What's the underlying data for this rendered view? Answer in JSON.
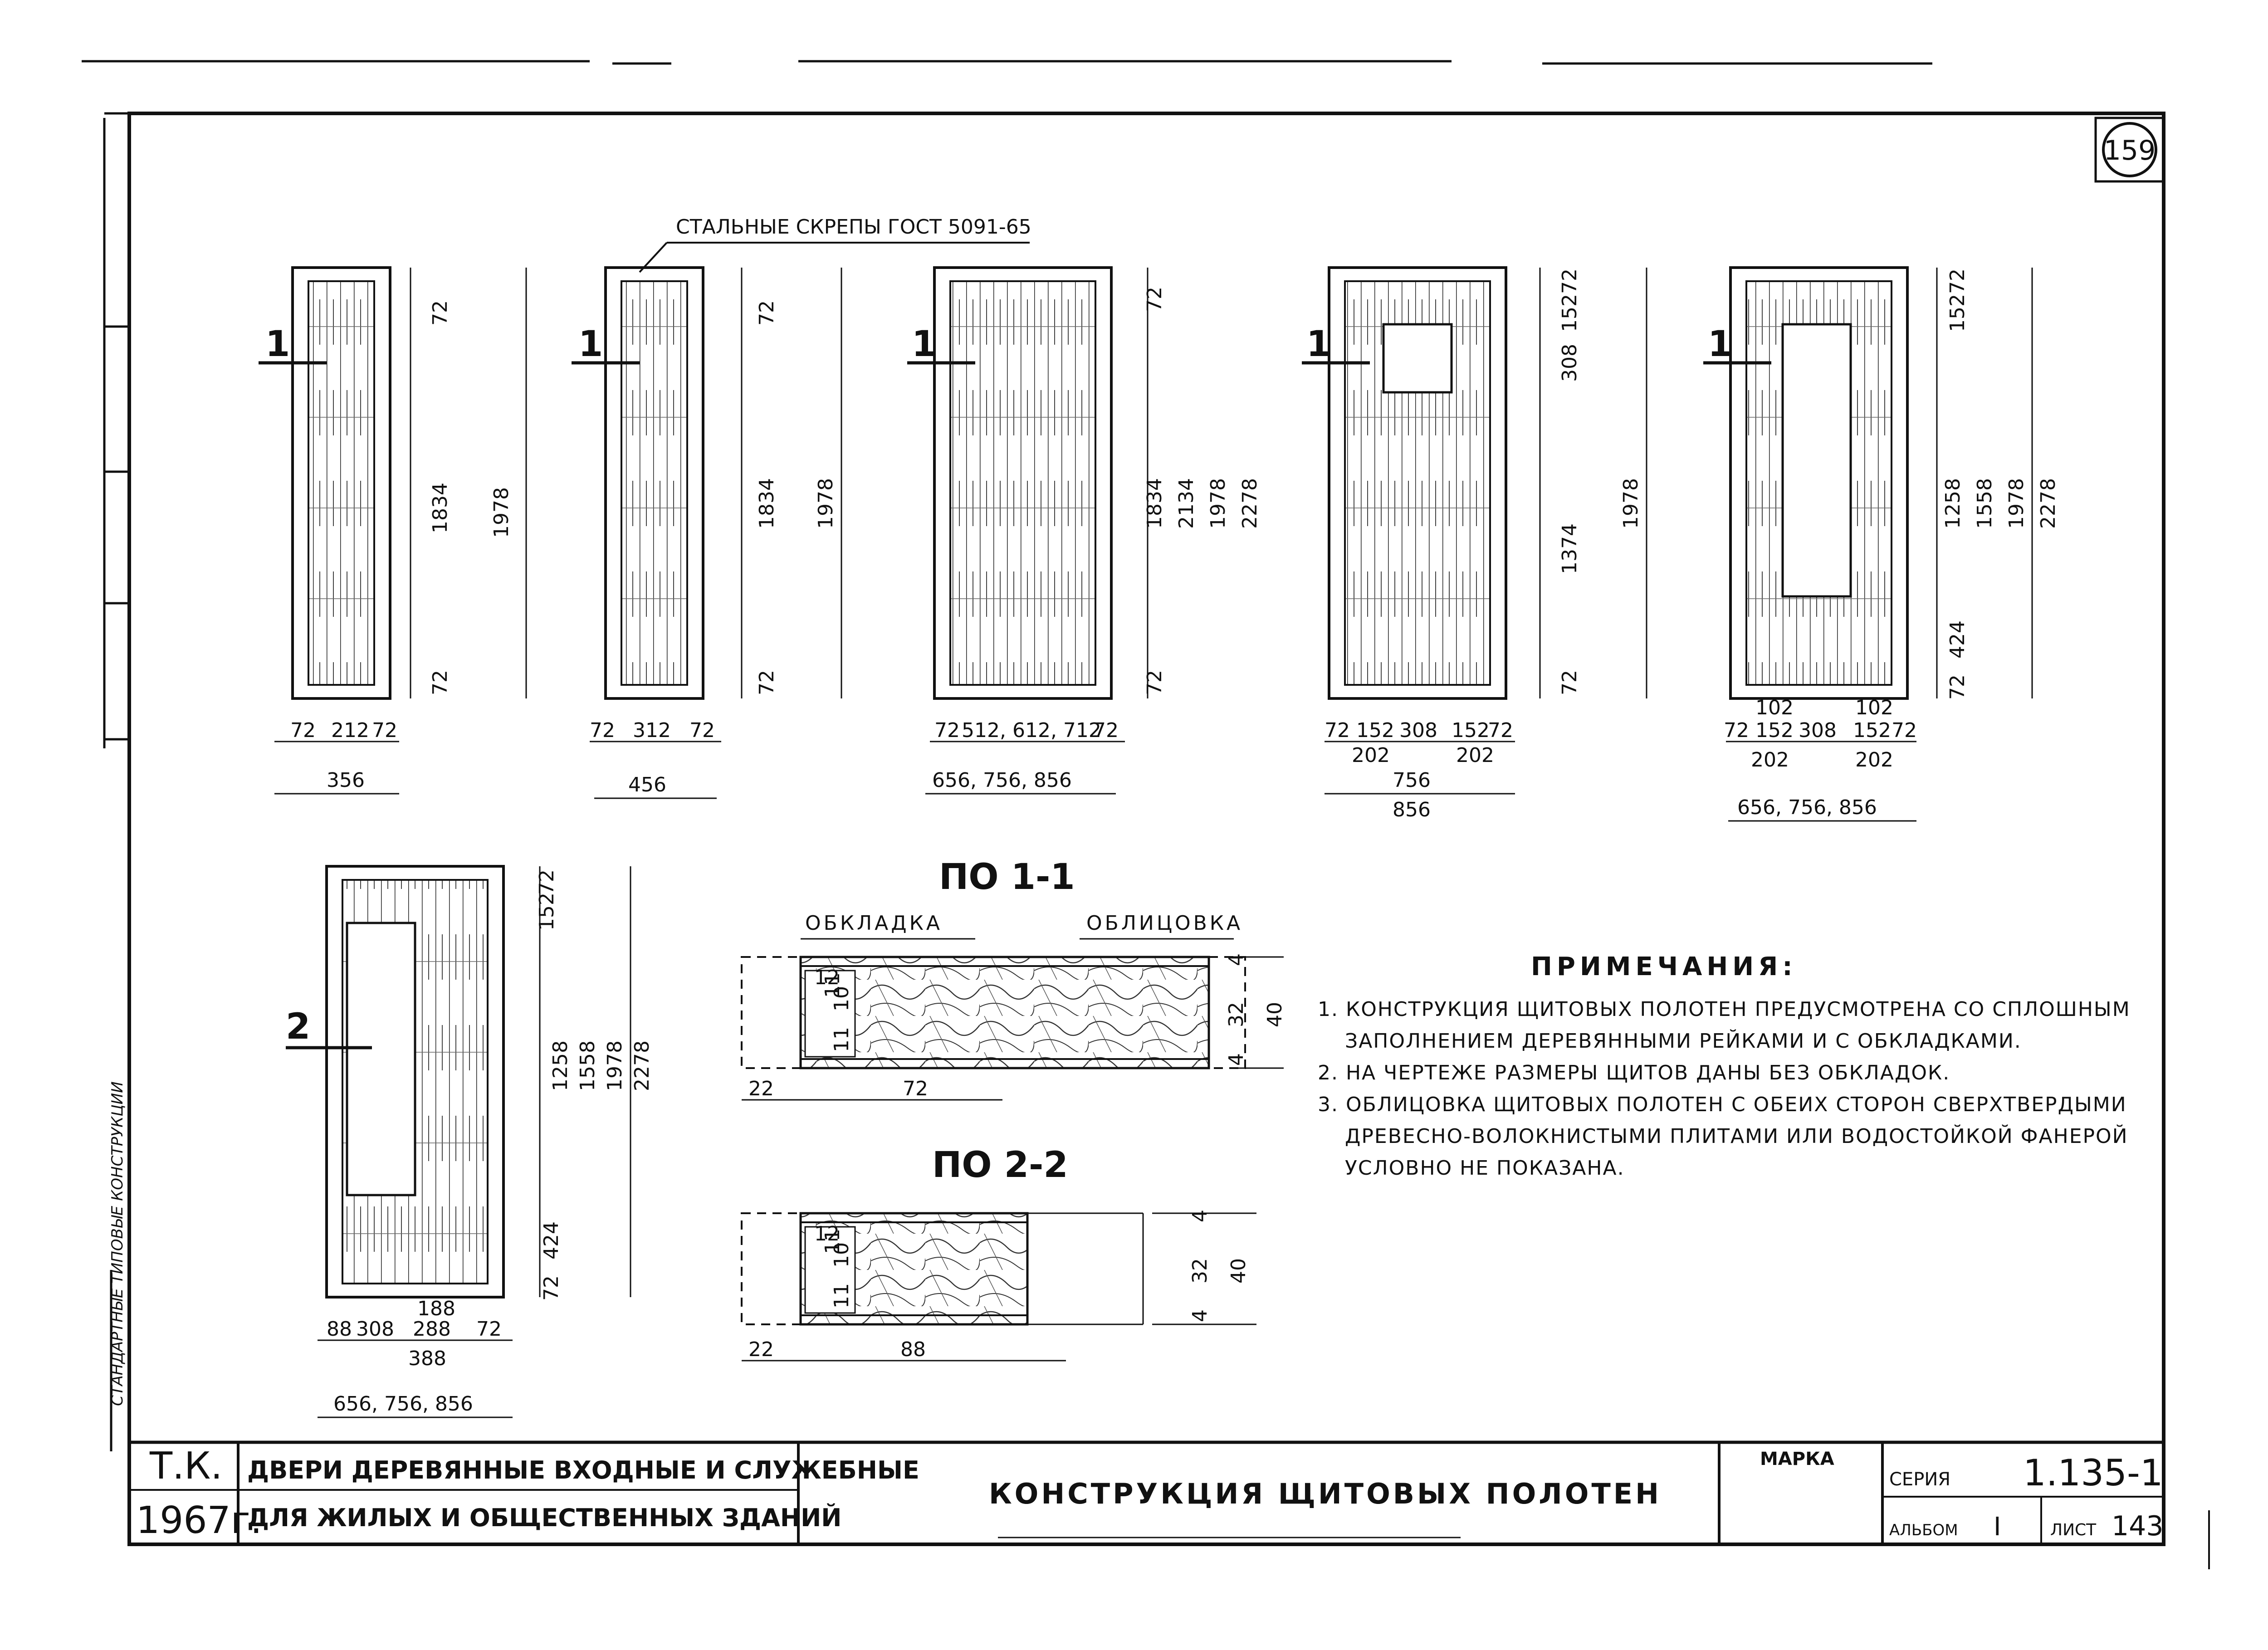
{
  "sheet_number": "159",
  "top_label": "СТАЛЬНЫЕ СКРЕПЫ ГОСТ 5091-65",
  "callouts": {
    "one": "1",
    "two": "2"
  },
  "panels": [
    {
      "bottom": [
        "72",
        "212",
        "72"
      ],
      "total": [
        "356"
      ],
      "heights": [
        "72",
        "1834",
        "72",
        "1978"
      ]
    },
    {
      "bottom": [
        "72",
        "312",
        "72"
      ],
      "total": [
        "456"
      ],
      "heights": [
        "72",
        "1834",
        "72",
        "1978"
      ]
    },
    {
      "bottom": [
        "72",
        "512, 612, 712",
        "72"
      ],
      "total": [
        "656, 756, 856"
      ],
      "heights": [
        "72",
        "1834",
        "72",
        "2134",
        "1978",
        "2278"
      ]
    },
    {
      "bottom": [
        "72",
        "152",
        "308",
        "152",
        "72"
      ],
      "sub": [
        "202",
        "202"
      ],
      "total": [
        "756",
        "856"
      ],
      "heights": [
        "72",
        "152",
        "308",
        "1374",
        "72",
        "1978"
      ]
    },
    {
      "bottom": [
        "72",
        "152",
        "308",
        "152",
        "72"
      ],
      "sub_top": [
        "102",
        "102"
      ],
      "sub": [
        "202",
        "202"
      ],
      "total": [
        "656, 756, 856"
      ],
      "heights": [
        "72",
        "152",
        "1258",
        "1558",
        "424",
        "72",
        "1978",
        "2278"
      ]
    },
    {
      "bottom": [
        "88",
        "308",
        "288",
        "72"
      ],
      "sub_top": [
        "188"
      ],
      "sub": [
        "388"
      ],
      "total": [
        "656, 756, 856"
      ],
      "heights": [
        "72",
        "152",
        "1258",
        "1558",
        "1978",
        "2278",
        "424",
        "72"
      ]
    }
  ],
  "section1": {
    "title": "ПО 1-1",
    "label_left": "ОБКЛАДКА",
    "label_right": "ОБЛИЦОВКА",
    "dims_inner": [
      "12",
      "10",
      "11",
      "11"
    ],
    "dims_right": [
      "4",
      "32",
      "4",
      "40"
    ],
    "dims_bottom": [
      "22",
      "72"
    ]
  },
  "section2": {
    "title": "ПО 2-2",
    "dims_inner": [
      "12",
      "10",
      "11",
      "11"
    ],
    "dims_right": [
      "4",
      "32",
      "4",
      "40"
    ],
    "dims_bottom": [
      "22",
      "88"
    ]
  },
  "notes": {
    "title": "ПРИМЕЧАНИЯ:",
    "lines": [
      "1. КОНСТРУКЦИЯ ЩИТОВЫХ ПОЛОТЕН ПРЕДУСМОТРЕНА СО СПЛОШНЫМ",
      "ЗАПОЛНЕНИЕМ ДЕРЕВЯННЫМИ РЕЙКАМИ И С ОБКЛАДКАМИ.",
      "2. НА ЧЕРТЕЖЕ РАЗМЕРЫ ЩИТОВ ДАНЫ БЕЗ ОБКЛАДОК.",
      "3. ОБЛИЦОВКА ЩИТОВЫХ ПОЛОТЕН С ОБЕИХ СТОРОН СВЕРХТВЕРДЫМИ",
      "ДРЕВЕСНО-ВОЛОКНИСТЫМИ ПЛИТАМИ ИЛИ ВОДОСТОЙКОЙ ФАНЕРОЙ",
      "УСЛОВНО НЕ ПОКАЗАНА."
    ]
  },
  "title_block": {
    "org": "Т.К.",
    "year": "1967г.",
    "project_line1": "ДВЕРИ ДЕРЕВЯННЫЕ ВХОДНЫЕ И СЛУЖЕБНЫЕ",
    "project_line2": "ДЛЯ ЖИЛЫХ И ОБЩЕСТВЕННЫХ ЗДАНИЙ",
    "sheet_title": "КОНСТРУКЦИЯ ЩИТОВЫХ ПОЛОТЕН",
    "marka_label": "МАРКА",
    "series_label": "СЕРИЯ",
    "series_value": "1.135-1",
    "album_label": "АЛЬБОМ",
    "album_value": "I",
    "list_label": "ЛИСТ",
    "list_value": "143"
  }
}
